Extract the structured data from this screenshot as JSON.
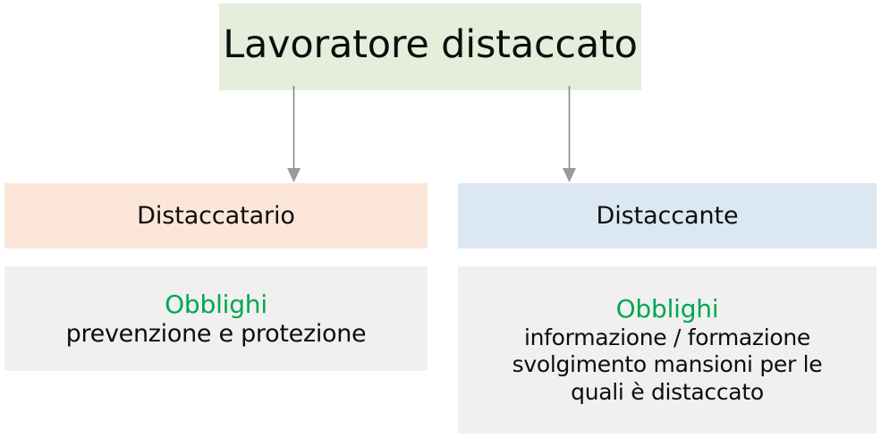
{
  "diagram": {
    "type": "flowchart",
    "title": "Lavoratore distaccato",
    "orientation": "top-down",
    "colors": {
      "root_fill": "#e4eedb",
      "host_fill": "#fce5d9",
      "sender_fill": "#dce7f4",
      "duties_fill": "#f0f0f0",
      "connector": "#8a8a8a",
      "heading_green": "#00a651",
      "text": "#0d0d0d"
    },
    "root": {
      "label": "Lavoratore distaccato"
    },
    "branches": [
      {
        "id": "host",
        "role_label": "Distaccatario",
        "duties_heading": "Obblighi",
        "duties_lines": [
          "prevenzione e protezione"
        ]
      },
      {
        "id": "sender",
        "role_label": "Distaccante",
        "duties_heading": "Obblighi",
        "duties_lines": [
          "informazione / formazione",
          "svolgimento mansioni per le",
          "quali è distaccato"
        ]
      }
    ],
    "connectors": [
      {
        "id": "root-to-host",
        "from": "Lavoratore distaccato",
        "to": "Distaccatario",
        "arrow": "arrow-down-icon"
      },
      {
        "id": "root-to-sender",
        "from": "Lavoratore distaccato",
        "to": "Distaccante",
        "arrow": "arrow-down-icon"
      }
    ]
  }
}
